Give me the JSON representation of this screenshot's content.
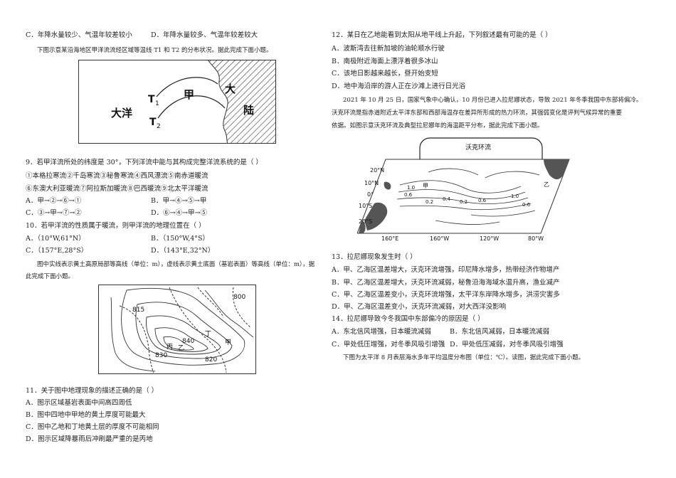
{
  "left": {
    "q8_opt_c": "C．年降水量较少、气温年较差较小",
    "q8_opt_d": "D．年降水量较多、气温年较差较大",
    "fig1_intro": "下图示意某沿海地区甲洋流流经区域等温线 T1 和 T2 的分布状况。据此完成下面小题。",
    "fig1": {
      "ocean": "大洋",
      "current": "甲",
      "land1": "大",
      "land2": "陆",
      "t1": "T",
      "t1_sub": "1",
      "t2": "T",
      "t2_sub": "2"
    },
    "q9": "9．若甲洋流所处的纬度是 30°，下列洋流中能与其构成完整洋流系统的是（    ）",
    "q9_list1": "①本格拉寒流②千岛寒流③秘鲁寒流④西风漂流⑤南赤道暖流",
    "q9_list2": "⑥东澳大利亚暖流⑦阿拉斯加暖流⑧巴西暖流⑨北太平洋暖流",
    "q9_a": "A．甲→②→⑥→①",
    "q9_b": "B．甲→④→⑤→甲",
    "q9_c": "C．③→甲→⑦→②",
    "q9_d": "D．⑥→④→甲→⑤",
    "q10": "10．若甲洋流的性质属于暖流，则甲洋流的地理位置在（    ）",
    "q10_a": "A．（10°W,61°N）",
    "q10_b": "B．（150°W,4°S）",
    "q10_c": "C．（157°E,28°S）",
    "q10_d": "D．（143°E,32°N）",
    "fig2_intro1": "图中实线表示黄土高原局部等高线（单位：m），虚线表示黄土底面（基岩表面）等高线（单位：m），据",
    "fig2_intro2": "此完成下面小题。",
    "fig2": {
      "c800": "800",
      "c815": "815",
      "c840": "840",
      "c830": "830",
      "c820": "820",
      "ding": "丁",
      "jia": "甲",
      "bing": "丙",
      "yi": "乙"
    },
    "q11": "11．关于图中地理现象的描述正确的是（    ）",
    "q11_a": "A．图示区域基岩表面中间高四周低",
    "q11_b": "B．图中四地中甲地的黄土厚度可能最大",
    "q11_c": "C．图中乙地和丁地黄土层的厚度不可能相同",
    "q11_d": "D．图示区域降暴雨后冲刷最严重的是丙地"
  },
  "right": {
    "q12": "12．某日在乙地能看到太阳从地平线上升起，下列叙述最有可能的是（    ）",
    "q12_a": "A．波斯湾去往新加坡的油轮顺水行驶",
    "q12_b": "B．南极附近海面上漂浮着很多冰山",
    "q12_c": "C．该地日影越来越长，昼开始变短",
    "q12_d": "D．地中海沿岸的游人正在沙滩上进行日光浴",
    "intro_l1": "2021 年 10 月 25 日，国家气象中心确认，10 月份已进入拉尼娜状态，导致 2021 年冬季我国中东部将偏冷。",
    "intro_l2": "沃克环流是指赤道附近太平洋东部和西部海温存在差异所形成的热力环流，其强弱变化是评判气候异常的重要",
    "intro_l3": "依据。如图示意沃克环流及典型拉尼娜年的海温距平分布，据此完成下面小题。",
    "map": {
      "title": "沃克环流",
      "lat_20n": "20°N",
      "lat_10n": "10°N",
      "lat_0": "0°",
      "lat_10s": "10°S",
      "lat_20s": "20°S",
      "lon1": "160°E",
      "lon2": "160°W",
      "lon3": "120°W",
      "lon4": "80°W",
      "jia": "甲",
      "yi": "乙",
      "v1": "1.0",
      "v2": "0.6",
      "v3": "0.2",
      "v4": "0.4",
      "v5": "0.2",
      "v6": "0.6",
      "v7": "1.0",
      "v8": "0.6"
    },
    "q13": "13．拉尼娜现象发生时（    ）",
    "q13_a": "A．甲、乙海区温差增大，沃克环流增强，印尼降水增多，热带经济作物增产",
    "q13_b": "B．甲、乙海区温差增大，沃克环流减弱，秘鲁沿海海域水温升高，渔业减产",
    "q13_c": "C．甲、乙海区温差变小，沃克环流增强，太平洋东岸降水增多，洪涝灾害多",
    "q13_d": "D．甲、乙海区温差变小，沃克环流减弱，对大西洋没影响",
    "q14": "14．拉尼娜导致今冬我国中东部偏冷的原因是（    ）",
    "q14_a": "A．东北信风增强，日本暖流减弱",
    "q14_b": "B．东北信风减弱，日本暖流减弱",
    "q14_c": "C．甲处低压增强，对冬季风吸引增强",
    "q14_d": "D．甲处低压减弱，对冬季风吸引增强",
    "last_intro": "下图为太平洋 8 月表层海水多年平均温度分布图（单位：℃）。读图，据此完成下面小题。"
  }
}
